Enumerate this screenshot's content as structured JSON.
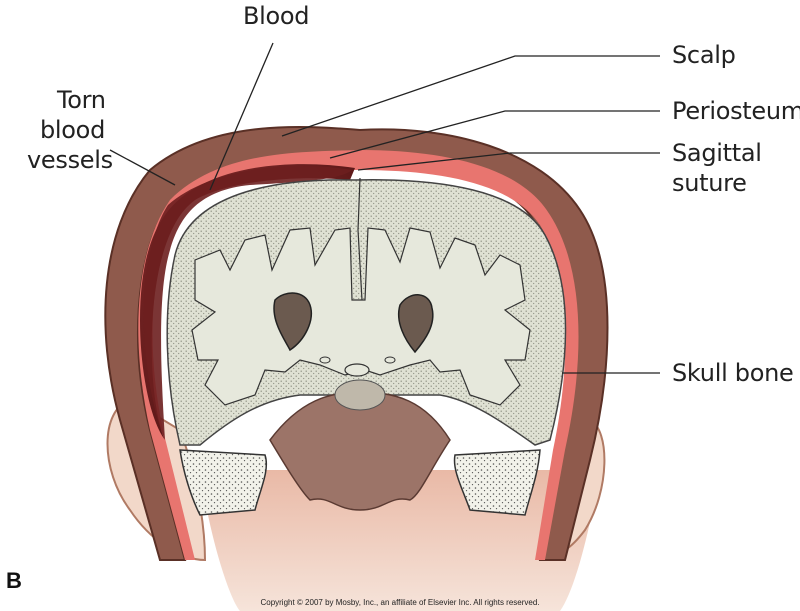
{
  "labels": {
    "blood": "Blood",
    "torn_line1": "Torn",
    "torn_line2": "blood",
    "torn_line3": "vessels",
    "scalp": "Scalp",
    "periosteum": "Periosteum",
    "sagittal_line1": "Sagittal",
    "sagittal_line2": "suture",
    "skull_bone": "Skull bone"
  },
  "panel_letter": "B",
  "copyright": "Copyright © 2007 by Mosby, Inc., an affiliate of Elsevier Inc. All rights reserved.",
  "colors": {
    "scalp": "#8f5a4c",
    "periosteum": "#e8756f",
    "blood": "#7a2424",
    "brain": "#e6e8dc",
    "cortex_dots": "#c9cbbd",
    "skin": "#efcfbd",
    "brainstem": "#9c7468"
  }
}
